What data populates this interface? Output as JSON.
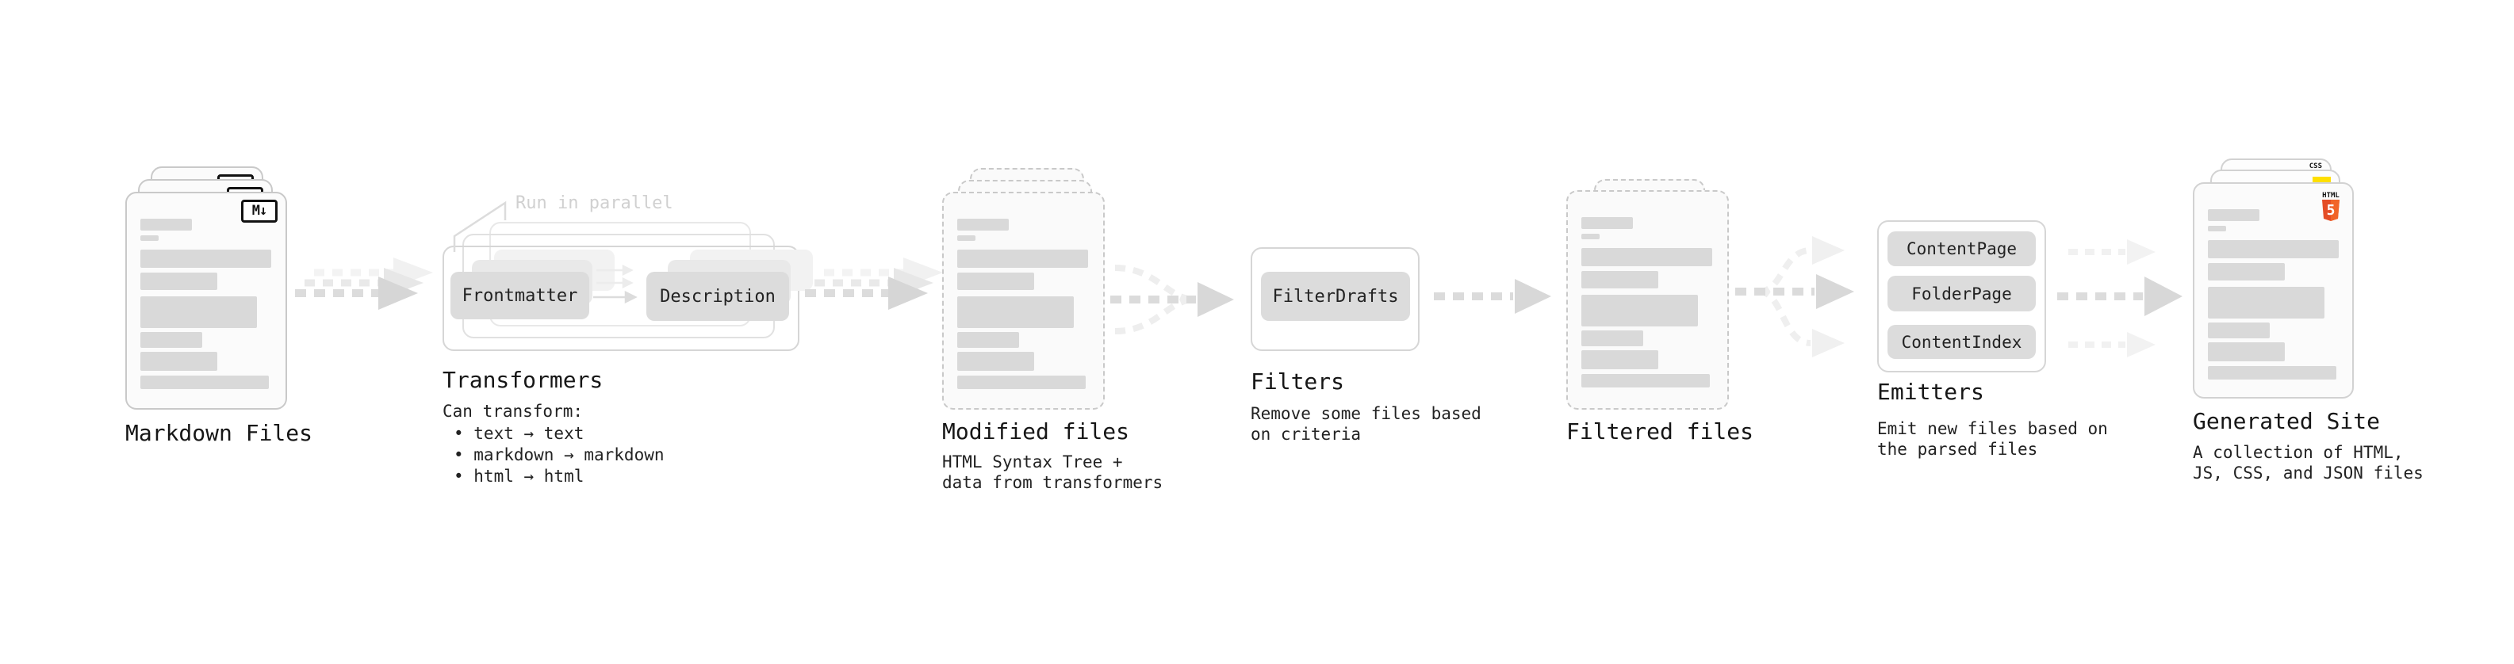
{
  "markdown_files": {
    "label": "Markdown Files",
    "badge": "M↓"
  },
  "transformers": {
    "label": "Transformers",
    "note": "Run in parallel",
    "pill_left": "Frontmatter",
    "pill_right": "Description",
    "caption_title": "Can transform:",
    "bullets": [
      "• text → text",
      "• markdown → markdown",
      "• html → html"
    ]
  },
  "modified_files": {
    "label": "Modified files",
    "caption_line1": "HTML Syntax Tree +",
    "caption_line2": "data from transformers"
  },
  "filters": {
    "label": "Filters",
    "pill": "FilterDrafts",
    "caption_line1": "Remove some files based",
    "caption_line2": "on criteria"
  },
  "filtered_files": {
    "label": "Filtered files"
  },
  "emitters": {
    "label": "Emitters",
    "pills": [
      "ContentPage",
      "FolderPage",
      "ContentIndex"
    ],
    "caption_line1": "Emit new files based on",
    "caption_line2": "the parsed files"
  },
  "generated_site": {
    "label": "Generated Site",
    "caption_line1": "A collection of HTML,",
    "caption_line2": "JS, CSS, and JSON files",
    "css_badge": "CSS",
    "html_badge_label": "HTML",
    "html_badge_number": "5"
  },
  "colors": {
    "html5_orange": "#e44d26",
    "html5_orange_light": "#f16529",
    "js_yellow": "#ffdf00",
    "css_blue": "#2b6bf3",
    "doc_bar_gray": "#d9d9d9",
    "arrow_gray": "#d9d9d9",
    "arrow_light_gray": "#ededed",
    "note_gray": "#d0d0d0"
  }
}
